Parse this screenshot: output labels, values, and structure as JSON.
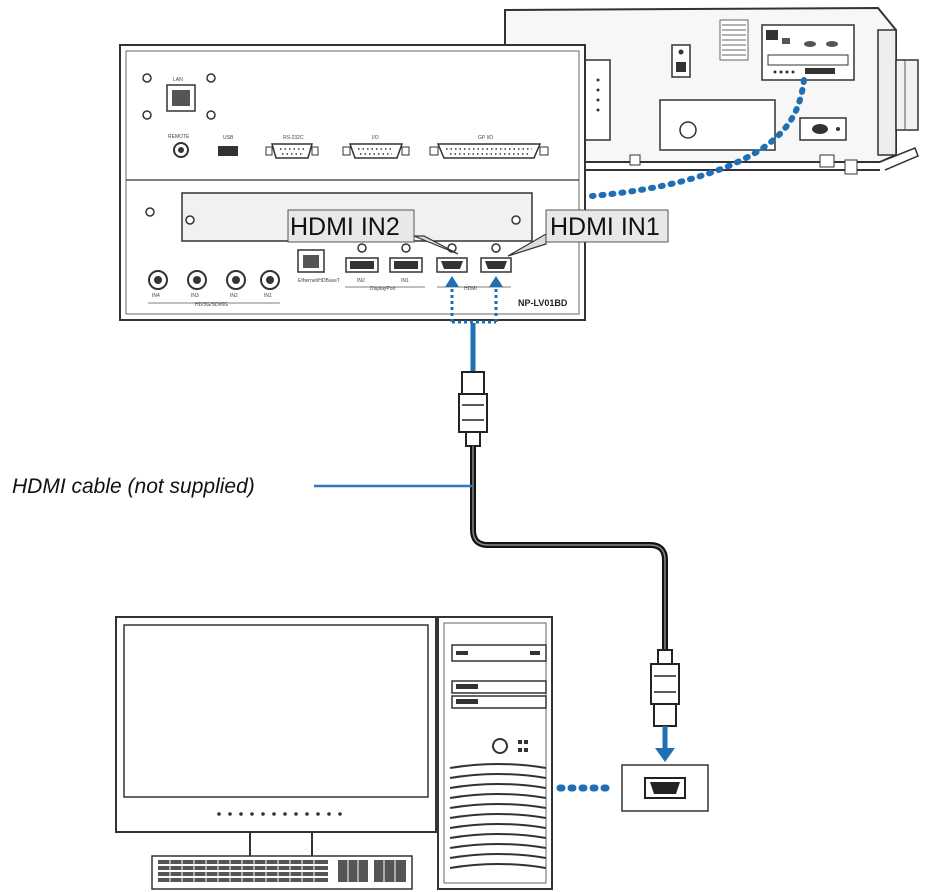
{
  "callouts": {
    "hdmi_in2": "HDMI IN2",
    "hdmi_in1": "HDMI IN1"
  },
  "cable_label": "HDMI cable (not supplied)",
  "board": {
    "model": "NP-LV01BD",
    "top_labels": {
      "lan": "LAN",
      "remote": "REMOTE",
      "usb": "USB",
      "rs232": "RS-232C",
      "io": "I/O",
      "gpio": "GP I/O"
    },
    "bottom_labels": {
      "ethernet": "Ethernet/HDBaseT",
      "dp2": "IN2",
      "dp1": "IN1",
      "displayport": "DisplayPort",
      "hdmi": "HDMI",
      "sdi": "HD/3G/SDI/6G",
      "sdi_ports": [
        "IN4",
        "IN3",
        "IN2",
        "IN1"
      ]
    }
  },
  "colors": {
    "cable_blue": "#1f6fb5",
    "leader_blue": "#2b78bf",
    "outline": "#333333",
    "callout_fill": "#e8e8e8"
  }
}
